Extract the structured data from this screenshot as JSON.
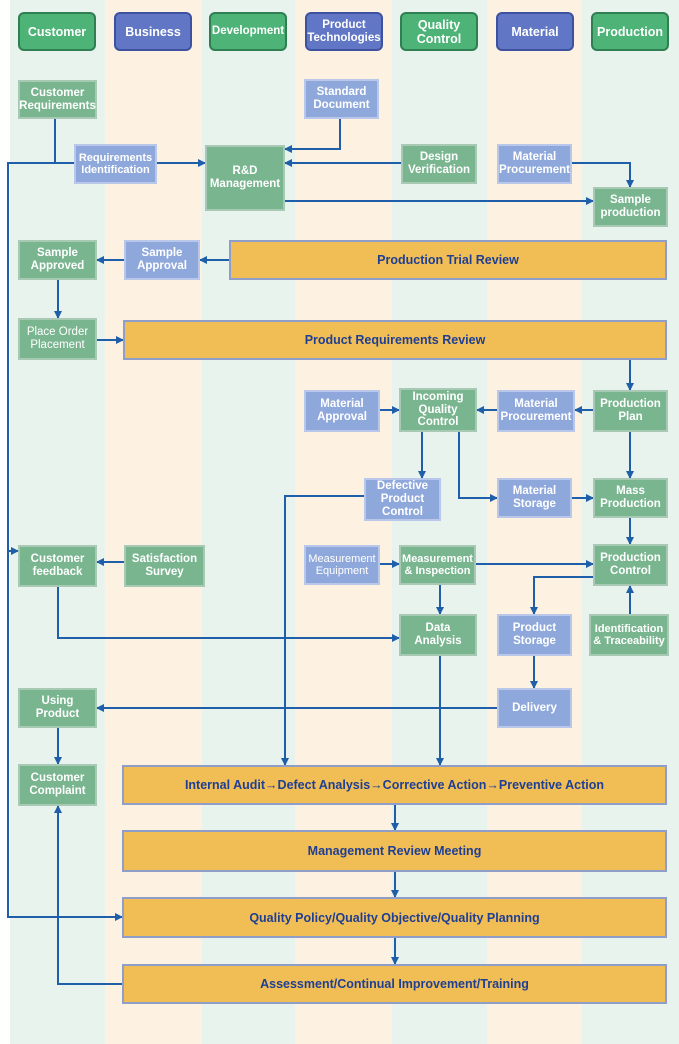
{
  "colors": {
    "lane_green": "#e7f3ec",
    "lane_orange": "#fdf2e2",
    "arrow": "#1f5ea8",
    "box_green": "#79b58f",
    "box_blue": "#8fa8dc",
    "box_orange": "#f1bd55",
    "review_text": "#1f3f93"
  },
  "headers": [
    {
      "label": "Customer",
      "style": "green"
    },
    {
      "label": "Business",
      "style": "blue"
    },
    {
      "label": "Development",
      "style": "green"
    },
    {
      "label": "Product Technologies",
      "style": "blue"
    },
    {
      "label": "Quality Control",
      "style": "green"
    },
    {
      "label": "Material",
      "style": "blue"
    },
    {
      "label": "Production",
      "style": "green"
    }
  ],
  "nodes": {
    "customer_requirements": "Customer Requirements",
    "requirements_identification": "Requirements Identification",
    "rd_management": "R&D Management",
    "standard_document": "Standard Document",
    "design_verification": "Design Verification",
    "material_procurement_1": "Material Procurement",
    "sample_production": "Sample production",
    "sample_approved": "Sample Approved",
    "sample_approval": "Sample Approval",
    "production_trial_review": "Production Trial Review",
    "place_order": "Place Order Placement",
    "product_requirements_review": "Product Requirements Review",
    "material_approval": "Material Approval",
    "incoming_qc": "Incoming Quality Control",
    "material_procurement_2": "Material Procurement",
    "production_plan": "Production Plan",
    "defective_control": "Defective Product Control",
    "material_storage": "Material Storage",
    "mass_production": "Mass Production",
    "customer_feedback": "Customer feedback",
    "satisfaction_survey": "Satisfaction Survey",
    "measurement_equipment": "Measurement Equipment",
    "measurement_inspection": "Measurement & Inspection",
    "production_control": "Production Control",
    "data_analysis": "Data Analysis",
    "product_storage": "Product Storage",
    "identification_traceability": "Identification & Traceability",
    "using_product": "Using Product",
    "delivery": "Delivery",
    "customer_complaint": "Customer Complaint",
    "internal_audit": "Internal Audit→Defect Analysis→Corrective Action→Preventive Action",
    "management_review": "Management Review Meeting",
    "quality_policy": "Quality Policy/Quality Objective/Quality Planning",
    "assessment": "Assessment/Continual Improvement/Training"
  }
}
